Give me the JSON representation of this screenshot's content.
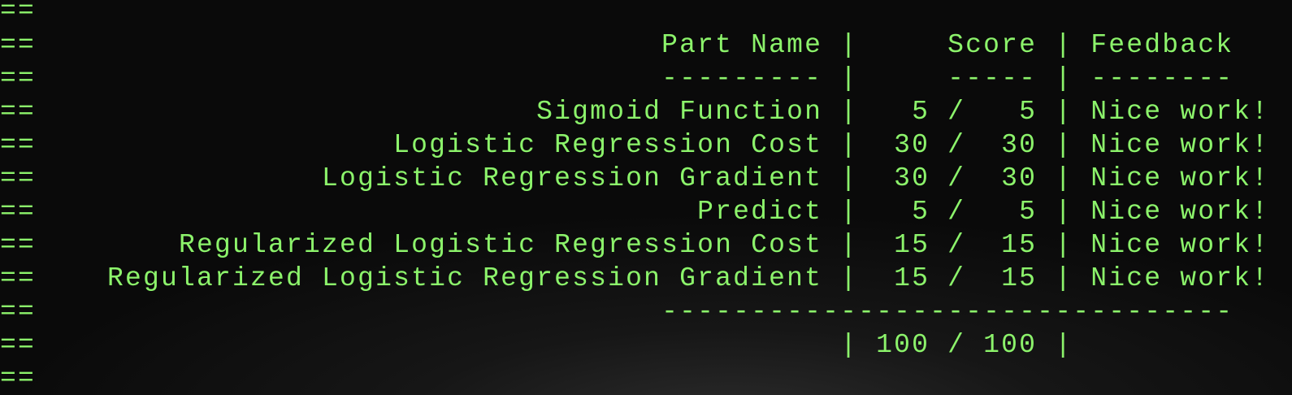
{
  "terminal": {
    "text_color": "#8cf36b",
    "background_color": "#0d0d0d",
    "lines": [
      "==",
      "==                                   Part Name |     Score | Feedback",
      "==                                   --------- |     ----- | --------",
      "==                            Sigmoid Function |   5 /   5 | Nice work!",
      "==                    Logistic Regression Cost |  30 /  30 | Nice work!",
      "==                Logistic Regression Gradient |  30 /  30 | Nice work!",
      "==                                     Predict |   5 /   5 | Nice work!",
      "==        Regularized Logistic Regression Cost |  15 /  15 | Nice work!",
      "==    Regularized Logistic Regression Gradient |  15 /  15 | Nice work!",
      "==                                   --------------------------------",
      "==                                             | 100 / 100 |",
      "=="
    ]
  }
}
